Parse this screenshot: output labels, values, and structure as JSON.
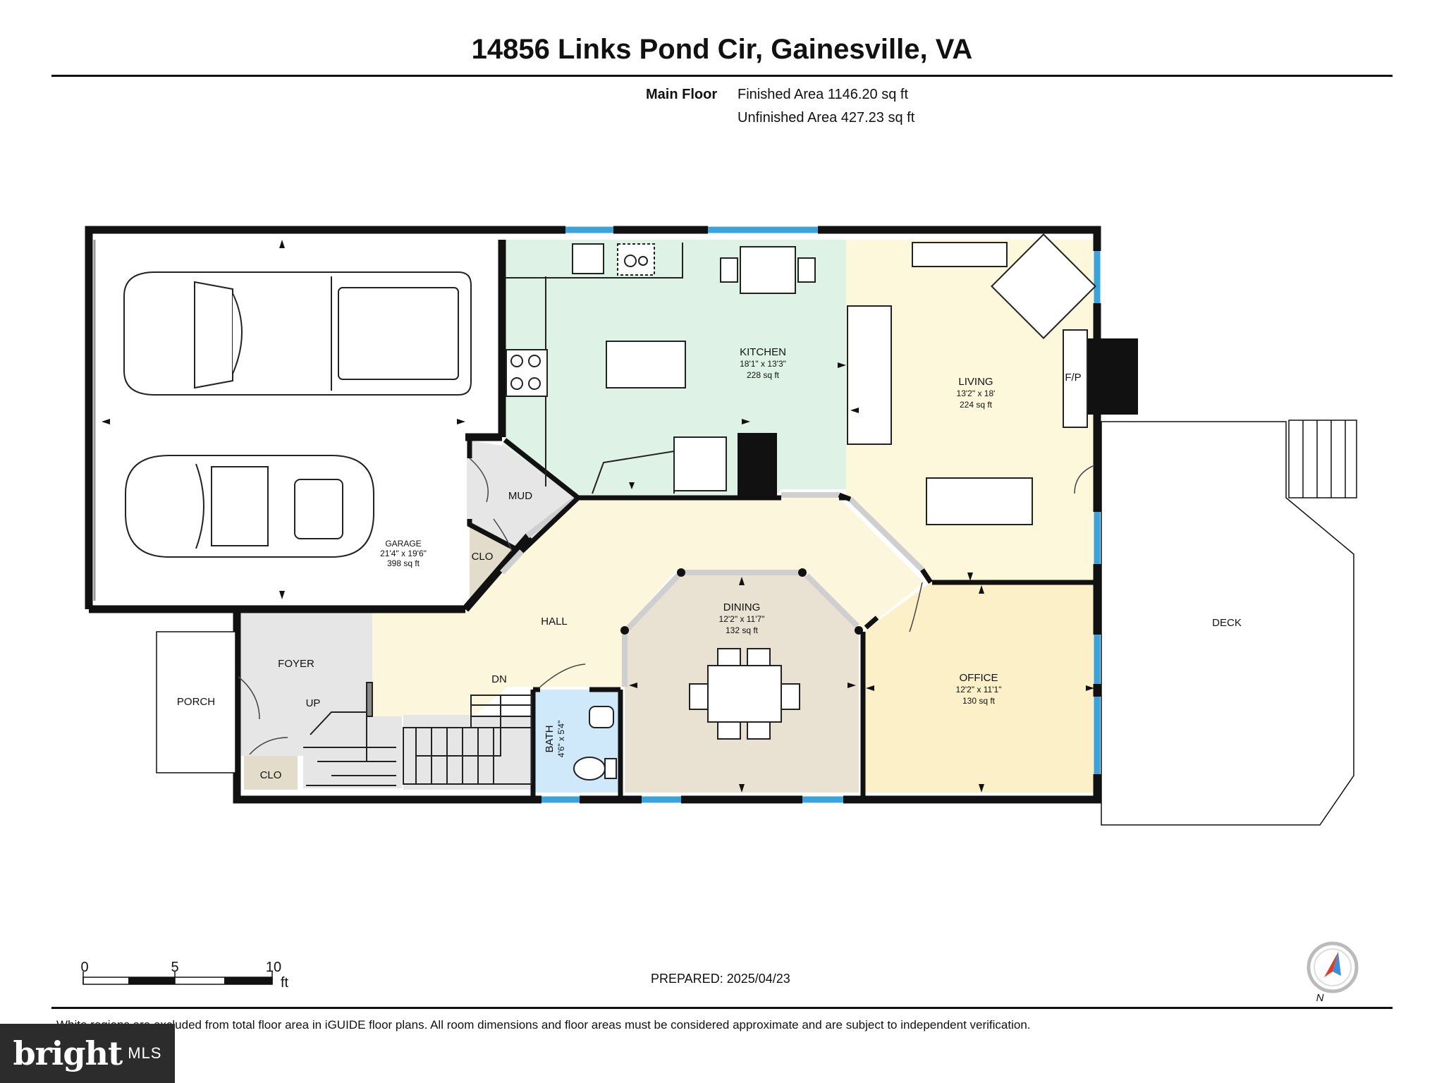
{
  "header": {
    "address": "14856 Links Pond Cir, Gainesville, VA"
  },
  "summary": {
    "floor_label": "Main Floor",
    "finished_area": "Finished Area 1146.20 sq ft",
    "unfinished_area": "Unfinished Area 427.23 sq ft"
  },
  "rooms": {
    "garage": {
      "name": "GARAGE",
      "dims": "21'4\" x 19'6\"",
      "area": "398 sq ft"
    },
    "kitchen": {
      "name": "KITCHEN",
      "dims": "18'1\" x 13'3\"",
      "area": "228 sq ft"
    },
    "living": {
      "name": "LIVING",
      "dims": "13'2\" x 18'",
      "area": "224 sq ft"
    },
    "dining": {
      "name": "DINING",
      "dims": "12'2\" x 11'7\"",
      "area": "132 sq ft"
    },
    "office": {
      "name": "OFFICE",
      "dims": "12'2\" x 11'1\"",
      "area": "130 sq ft"
    },
    "bath": {
      "name": "BATH",
      "dims": "4'6\" x 5'4\""
    },
    "mud": "MUD",
    "clo_mud": "CLO",
    "clo_foyer": "CLO",
    "hall": "HALL",
    "foyer": "FOYER",
    "porch": "PORCH",
    "deck": "DECK",
    "fireplace": "F/P",
    "stairs_up": "UP",
    "stairs_down": "DN"
  },
  "scale": {
    "t0": "0",
    "t5": "5",
    "t10": "10",
    "unit": "ft"
  },
  "compass": {
    "label": "N"
  },
  "prepared": "PREPARED: 2025/04/23",
  "disclaimer": "White regions are excluded from total floor area in iGUIDE floor plans. All room dimensions and floor areas must be considered approximate and are subject to independent verification.",
  "logo": {
    "brand": "bright",
    "suffix": "MLS"
  },
  "colors": {
    "kitchen": "#dff2e6",
    "living": "#fdf7dc",
    "hall": "#fcf6dc",
    "dining": "#e9e1d2",
    "office": "#fbf0c8",
    "bath": "#cfe9fb",
    "mud": "#e6e6e6",
    "closet": "#e3dccb",
    "foyer": "#e6e6e6",
    "wall": "#111111",
    "window": "#3aa3dc"
  }
}
